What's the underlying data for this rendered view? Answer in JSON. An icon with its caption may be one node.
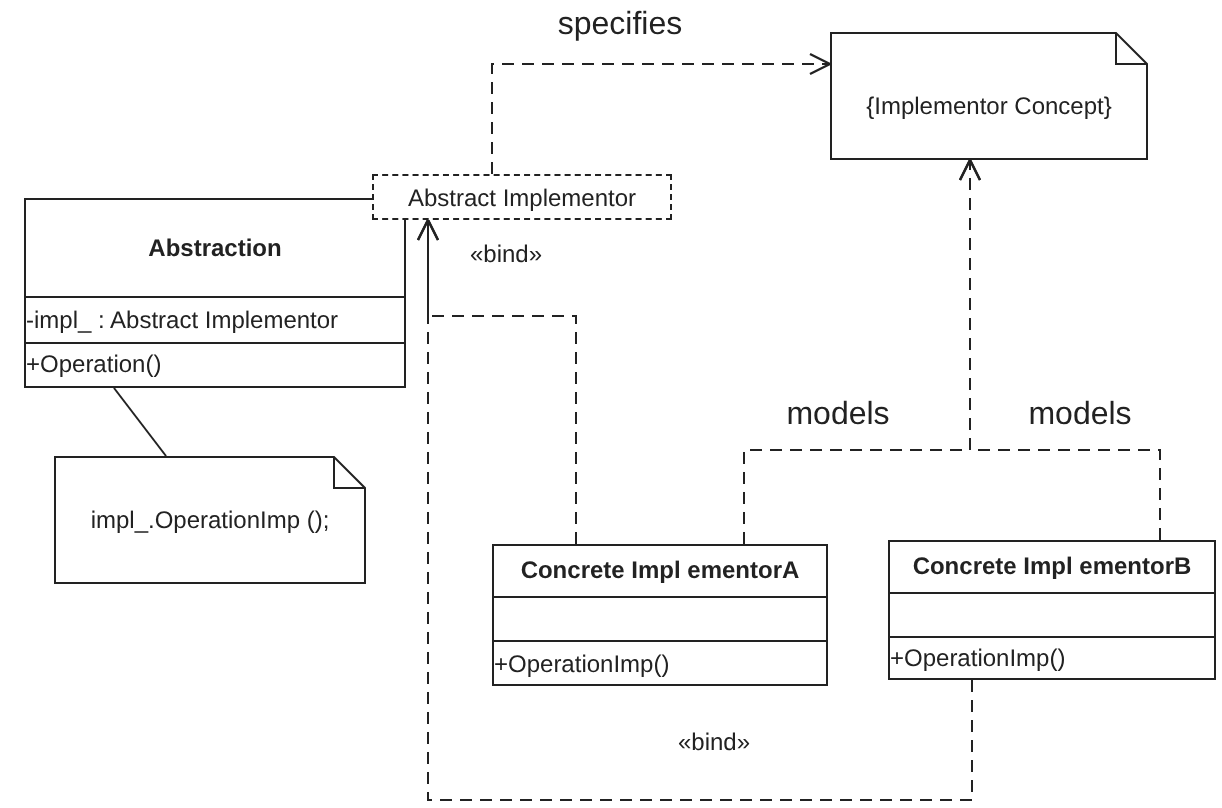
{
  "diagram": {
    "nodes": [
      {
        "text": [
          "Abstraction",
          "-impl_ : Abstract Implementor",
          "+Operation()"
        ]
      },
      {
        "text": [
          "Abstract Implementor"
        ]
      },
      {
        "text": [
          "{Implementor Concept}"
        ]
      },
      {
        "text": [
          "impl_.OperationImp ();"
        ]
      },
      {
        "text": [
          "Concrete Impl ementorA",
          "+OperationImp()"
        ]
      },
      {
        "text": [
          "Concrete Impl ementorB",
          "+OperationImp()"
        ]
      }
    ],
    "edges": [
      {
        "from": 1,
        "to": 2,
        "arrow": "to",
        "label": "specifies",
        "style": "dashed"
      },
      {
        "from": 0,
        "to": 3,
        "arrow": "none"
      },
      {
        "from": 4,
        "to": 1,
        "arrow": "to",
        "label": "«bind»",
        "style": "dashed"
      },
      {
        "from": 5,
        "to": 1,
        "arrow": "to",
        "label": "«bind»",
        "style": "dashed"
      },
      {
        "from": 4,
        "to": 2,
        "arrow": "to",
        "label": "models",
        "style": "dashed"
      },
      {
        "from": 5,
        "to": 2,
        "arrow": "to",
        "label": "models",
        "style": "dashed"
      }
    ]
  }
}
